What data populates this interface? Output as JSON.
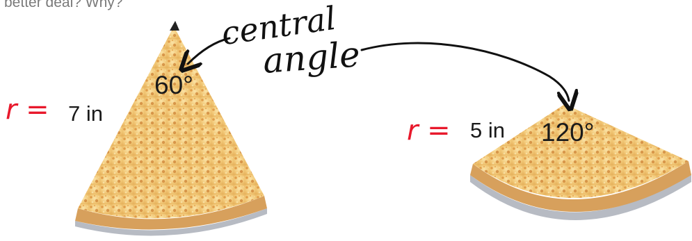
{
  "top_text": "better deal? Why?",
  "annotation": {
    "line1": "central",
    "line2": "angle"
  },
  "slice_left": {
    "angle_label": "60°",
    "radius_symbol": "r =",
    "radius_value": "7 in"
  },
  "slice_right": {
    "angle_label": "120°",
    "radius_symbol": "r =",
    "radius_value": "5 in"
  },
  "colors": {
    "cheese": "#f2c979",
    "crust": "#d9a15a",
    "pan": "#b8bcc4",
    "red_ink": "#e8192c",
    "black_ink": "#111111"
  }
}
